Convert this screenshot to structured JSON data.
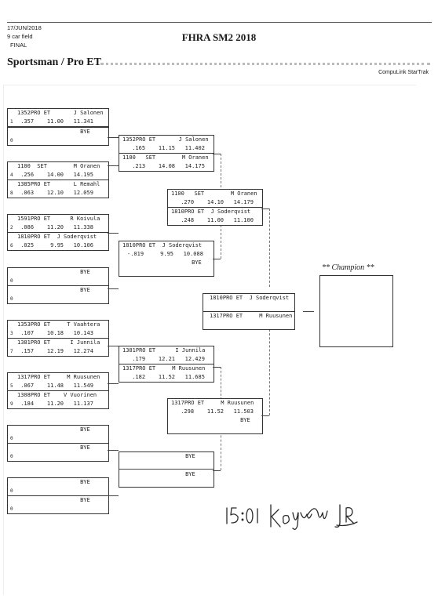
{
  "header": {
    "date": "17/JUN/2018",
    "field": "9 car field",
    "round": "FINAL",
    "title": "FHRA SM2 2018",
    "class": "Sportsman / Pro ET",
    "brand": "CompuLink StarTrak"
  },
  "bracket": {
    "r1": [
      {
        "top": "1352PRO ET       J Salonen",
        "seed": "1",
        "stats": " .357    11.00   11.341",
        "bottom": "                   BYE",
        "bseed": "0"
      },
      {
        "top": "1100  SET        M Oranen",
        "seed": "4",
        "stats": " .256    14.00   14.195",
        "bottom": "1385PRO ET       L Remahl",
        "bseed": "8",
        "bstats": " .063    12.10   12.059"
      },
      {
        "top": "1591PRO ET      R Koivula",
        "seed": "2",
        "stats": " .086    11.20   11.338",
        "bottom": "1810PRO ET  J Soderqvist",
        "bseed": "6",
        "bstats": " .025     9.95   10.106"
      },
      {
        "top": "                   BYE",
        "seed": "0",
        "stats": "",
        "bottom": "                   BYE",
        "bseed": "0"
      },
      {
        "top": "1353PRO ET     T Vaahtera",
        "seed": "3",
        "stats": " .107    10.18   10.143",
        "bottom": "1381PRO ET      I Junnila",
        "bseed": "7",
        "bstats": " .157    12.19   12.274"
      },
      {
        "top": "1317PRO ET     M Ruusunen",
        "seed": "5",
        "stats": " .067    11.48   11.549",
        "bottom": "1308PRO ET    V Vuorinen",
        "bseed": "9",
        "bstats": " .184    11.20   11.137"
      },
      {
        "top": "                   BYE",
        "seed": "0",
        "stats": "",
        "bottom": "                   BYE",
        "bseed": "0"
      },
      {
        "top": "                   BYE",
        "seed": "0",
        "stats": "",
        "bottom": "                   BYE",
        "bseed": "0"
      }
    ],
    "r2": [
      {
        "top": "1352PRO ET       J Salonen",
        "stats": " .165    11.15   11.402",
        "bottom": "1100   SET        M Oranen",
        "bstats": " .213    14.08   14.175"
      },
      {
        "top": "1810PRO ET  J Soderqvist",
        "stats": "-.019     9.95   10.088",
        "bottom": "                   BYE",
        "bstats": ""
      },
      {
        "top": "1381PRO ET      I Junnila",
        "stats": " .179    12.21   12.429",
        "bottom": "1317PRO ET     M Ruusunen",
        "bstats": " .182    11.52   11.685"
      },
      {
        "top": "                   BYE",
        "stats": "",
        "bottom": "                   BYE",
        "bstats": ""
      }
    ],
    "r3": [
      {
        "top": "1100   SET        M Oranen",
        "stats": " .270    14.10   14.179",
        "bottom": "1810PRO ET  J Soderqvist",
        "bstats": " .248    11.00   11.100"
      },
      {
        "top": "1317PRO ET     M Ruusunen",
        "stats": " .298    11.52   11.503",
        "bottom": "                   BYE",
        "bstats": ""
      }
    ],
    "final": {
      "top": "1810PRO ET  J Soderqvist",
      "bottom": "1317PRO ET     M Ruusunen"
    },
    "champion_label": "** Champion **"
  },
  "signature": {
    "time": "15:01",
    "name": "Kenyon",
    "initials": "JR"
  }
}
